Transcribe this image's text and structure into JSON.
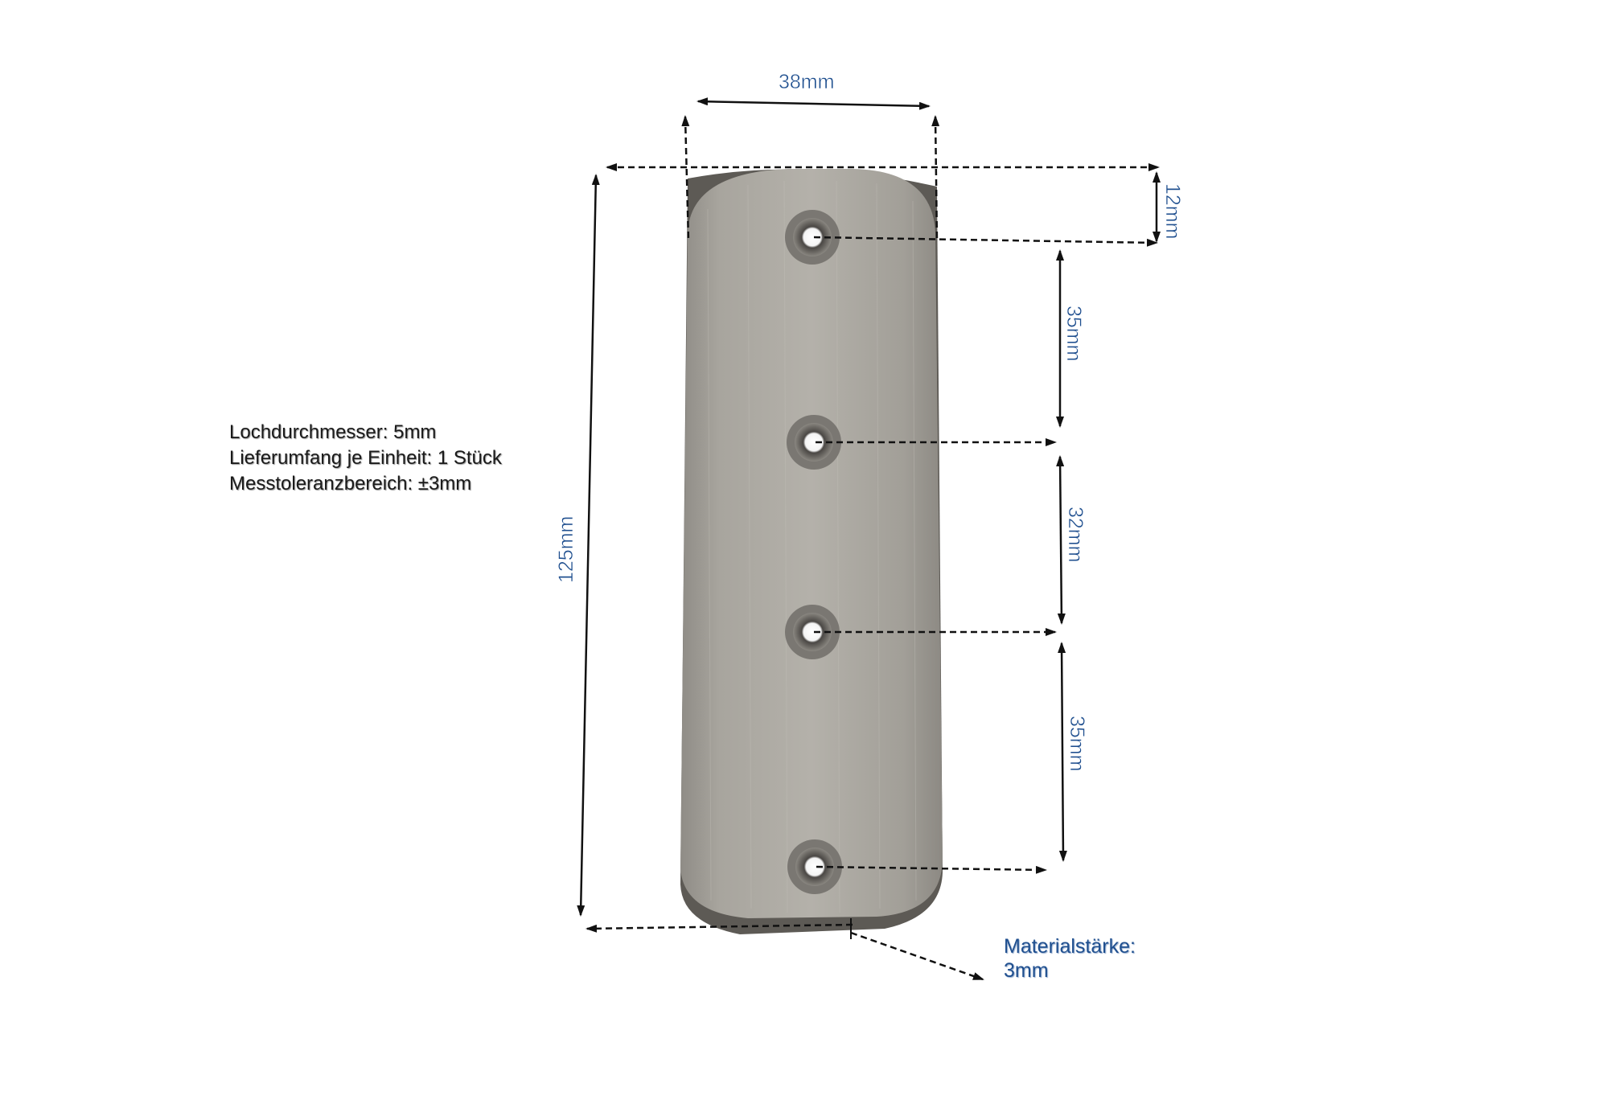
{
  "specs": {
    "hole_diameter": "Lochdurchmesser: 5mm",
    "scope_of_delivery": "Lieferumfang je Einheit: 1 Stück",
    "tolerance": "Messtoleranzbereich: ±3mm"
  },
  "dimensions": {
    "width": "38mm",
    "top_offset": "12mm",
    "spacing_1": "35mm",
    "spacing_2": "32mm",
    "spacing_3": "35mm",
    "total_length": "125mm"
  },
  "material": {
    "label": "Materialstärke:",
    "value": "3mm"
  },
  "colors": {
    "label_blue": "#1f4f8f",
    "steel": "#a9a69f",
    "arrow": "#111111"
  }
}
